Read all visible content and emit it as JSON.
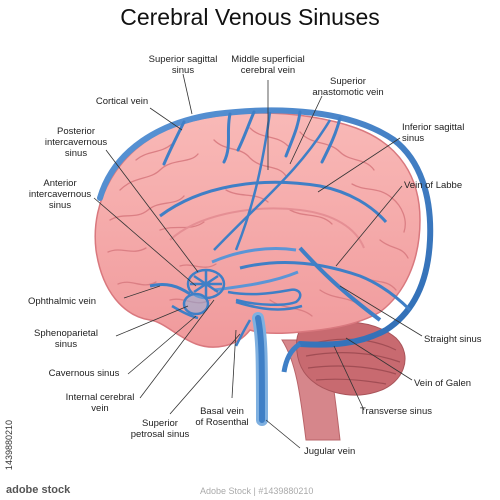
{
  "title": "Cerebral Venous Sinuses",
  "labels": {
    "superior_sagittal_sinus": [
      "Superior sagittal",
      "sinus"
    ],
    "middle_superficial_cerebral_vein": [
      "Middle superficial",
      "cerebral vein"
    ],
    "superior_anastomotic_vein": [
      "Superior",
      "anastomotic vein"
    ],
    "cortical_vein": [
      "Cortical vein"
    ],
    "posterior_intercavernous_sinus": [
      "Posterior",
      "intercavernous",
      "sinus"
    ],
    "inferior_sagittal_sinus": [
      "Inferior sagittal",
      "sinus"
    ],
    "anterior_intercavernous_sinus": [
      "Anterior",
      "intercavernous",
      "sinus"
    ],
    "vein_of_labbe": [
      "Vein of Labbe"
    ],
    "ophthalmic_vein": [
      "Ophthalmic vein"
    ],
    "sphenoparietal_sinus": [
      "Sphenoparietal",
      "sinus"
    ],
    "straight_sinus": [
      "Straight sinus"
    ],
    "cavernous_sinus": [
      "Cavernous sinus"
    ],
    "vein_of_galen": [
      "Vein of Galen"
    ],
    "internal_cerebral_vein": [
      "Internal cerebral",
      "vein"
    ],
    "basal_vein_of_rosenthal": [
      "Basal vein",
      "of Rosenthal"
    ],
    "transverse_sinus": [
      "Transverse sinus"
    ],
    "superior_petrosal_sinus": [
      "Superior",
      "petrosal sinus"
    ],
    "jugular_vein": [
      "Jugular vein"
    ]
  },
  "watermark": {
    "logo": "adobe stock",
    "text": "Adobe Stock | #1439880210",
    "id": "1439880210"
  },
  "colors": {
    "brain": "#f6a9a9",
    "brain_fold": "#d9787e",
    "vein": "#3f7fc6",
    "vein_light": "#7fb0e0",
    "cerebellum": "#c86a70",
    "stem": "#d98a8e"
  }
}
